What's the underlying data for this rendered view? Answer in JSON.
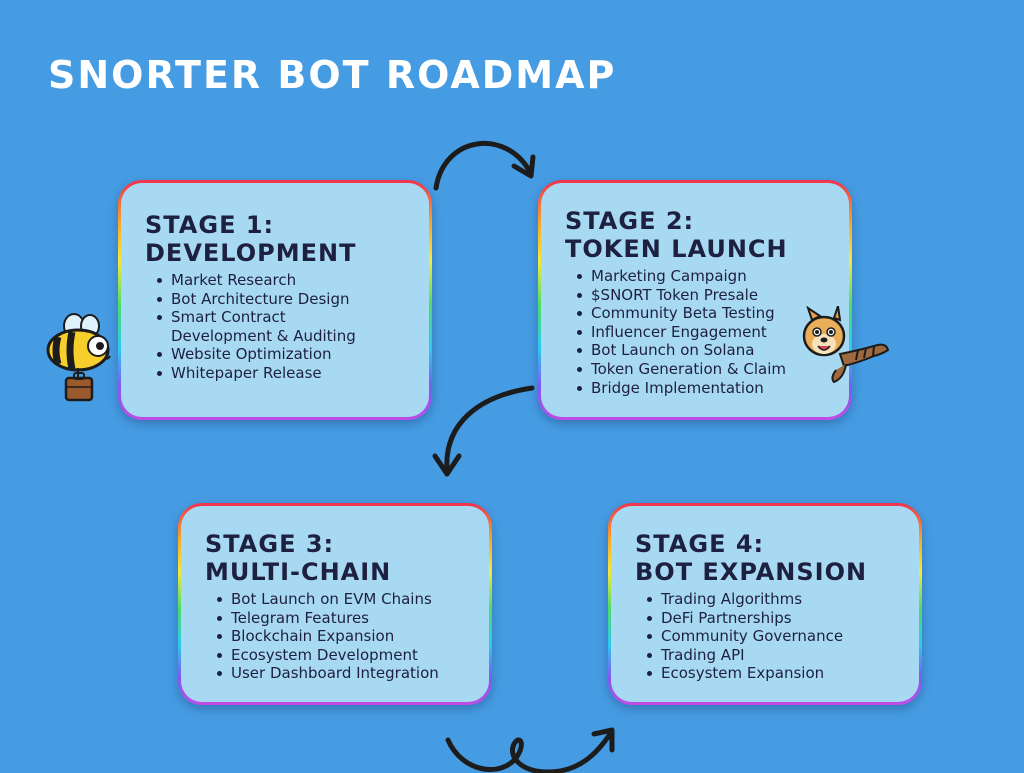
{
  "title": "SNORTER BOT ROADMAP",
  "stages": [
    {
      "title_line1": "STAGE 1:",
      "title_line2": "DEVELOPMENT",
      "items": [
        "Market Research",
        "Bot Architecture Design",
        "Smart Contract Development & Auditing",
        "Website Optimization",
        "Whitepaper Release"
      ]
    },
    {
      "title_line1": "STAGE 2:",
      "title_line2": "TOKEN LAUNCH",
      "items": [
        "Marketing Campaign",
        "$SNORT Token Presale",
        "Community Beta Testing",
        "Influencer Engagement",
        "Bot Launch on Solana",
        "Token Generation & Claim",
        "Bridge Implementation"
      ]
    },
    {
      "title_line1": "STAGE 3:",
      "title_line2": "MULTI-CHAIN",
      "items": [
        "Bot Launch on EVM Chains",
        "Telegram Features",
        "Blockchain Expansion",
        "Ecosystem Development",
        "User Dashboard Integration"
      ]
    },
    {
      "title_line1": "STAGE 4:",
      "title_line2": "BOT EXPANSION",
      "items": [
        "Trading Algorithms",
        "DeFi Partnerships",
        "Community Governance",
        "Trading API",
        "Ecosystem Expansion"
      ]
    }
  ],
  "mascots": [
    "bee-mascot",
    "doge-mascot"
  ],
  "colors": {
    "background": "#469ce3",
    "card_fill": "#a8d9f2",
    "text": "#1e2040",
    "arrow": "#1c1c1c"
  }
}
